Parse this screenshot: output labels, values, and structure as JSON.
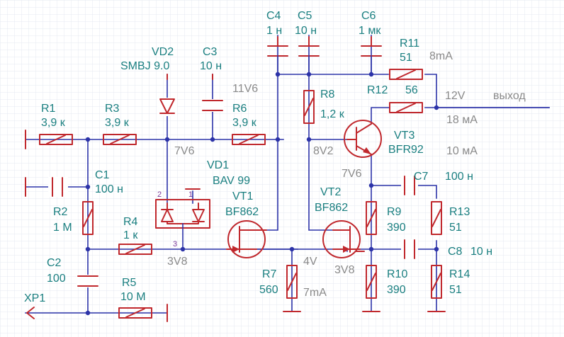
{
  "colors": {
    "wire": "#2c33a8",
    "part": "#c0282d",
    "label": "#1a7f80",
    "note": "#8a8a8a",
    "pin_number": "#7a3b9a",
    "grid": "#e6e8f2"
  },
  "components": {
    "r1": {
      "ref": "R1",
      "value": "3,9 к"
    },
    "r2": {
      "ref": "R2",
      "value": "1 М"
    },
    "r3": {
      "ref": "R3",
      "value": "3,9 к"
    },
    "r4": {
      "ref": "R4",
      "value": "1 к"
    },
    "r5": {
      "ref": "R5",
      "value": "10 М"
    },
    "r6": {
      "ref": "R6",
      "value": "3,9 к"
    },
    "r7": {
      "ref": "R7",
      "value": "560"
    },
    "r8": {
      "ref": "R8",
      "value": "1,2 к"
    },
    "r9": {
      "ref": "R9",
      "value": "390"
    },
    "r10": {
      "ref": "R10",
      "value": "390"
    },
    "r11": {
      "ref": "R11",
      "value": "51"
    },
    "r12": {
      "ref": "R12",
      "value": "56"
    },
    "r13": {
      "ref": "R13",
      "value": "51"
    },
    "r14": {
      "ref": "R14",
      "value": "51"
    },
    "c1": {
      "ref": "C1",
      "value": "100 н"
    },
    "c2": {
      "ref": "C2",
      "value": "100"
    },
    "c3": {
      "ref": "C3",
      "value": "10 н"
    },
    "c4": {
      "ref": "C4",
      "value": "1 н"
    },
    "c5": {
      "ref": "C5",
      "value": "10 н"
    },
    "c6": {
      "ref": "C6",
      "value": "1 мк"
    },
    "c7": {
      "ref": "C7",
      "value": "100 н"
    },
    "c8": {
      "ref": "C8",
      "value": "10 н"
    },
    "vd1": {
      "ref": "VD1",
      "value": "BAV 99"
    },
    "vd2": {
      "ref": "VD2",
      "value": "SMBJ 9.0"
    },
    "vt1": {
      "ref": "VT1",
      "value": "BF862"
    },
    "vt2": {
      "ref": "VT2",
      "value": "BF862"
    },
    "vt3": {
      "ref": "VT3",
      "value": "BFR92"
    },
    "xp1": {
      "ref": "XP1"
    }
  },
  "notes": {
    "v_11v6": "11V6",
    "v_7v6_a": "7V6",
    "v_8v2": "8V2",
    "v_7v6_b": "7V6",
    "v_3v8_a": "3V8",
    "v_4v": "4V",
    "v_3v8_b": "3V8",
    "i_8ma": "8mA",
    "i_18ma": "18 мА",
    "i_10ma": "10 мА",
    "i_7ma": "7mA",
    "v_12v": "12V",
    "output": "выход"
  },
  "pins": {
    "vd1_pin1": "1",
    "vd1_pin2": "2",
    "vd1_pin3": "3"
  }
}
